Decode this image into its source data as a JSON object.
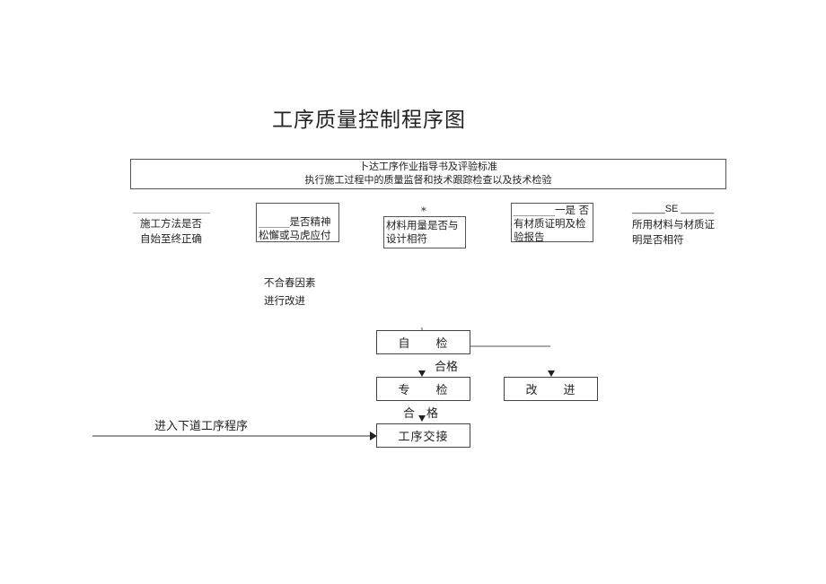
{
  "title": "工序质量控制程序图",
  "top_box": {
    "line1": "卜达工序作业指导书及评验标准",
    "line2": "执行施工过程中的质量监督和技术跟踪检查以及技术检验"
  },
  "checks": {
    "c1": {
      "line1": "施工方法是否",
      "line2": "自始至终正确"
    },
    "c2": {
      "line1": "______是否精神",
      "line2": "松懈或马虎应付"
    },
    "c3": {
      "mark": "*",
      "line1": "材料用量是否与",
      "line2": "设计相符"
    },
    "c4": {
      "line1": "________一是 否",
      "line2": "有材质证明及检",
      "line3": "验报告"
    },
    "c5": {
      "line0": "______SE ______",
      "line1": "所用材料与材质证",
      "line2": "明是否相符"
    }
  },
  "nonconform": {
    "line1": "不合春因素",
    "line2": "进行改进"
  },
  "flow": {
    "self_check": "自　　检",
    "pass1": "合格",
    "special_check": "专　　检",
    "pass2": "合　格",
    "handover": "工序交接",
    "improve": "改　　进",
    "next_process": "进入下道工序程序"
  }
}
